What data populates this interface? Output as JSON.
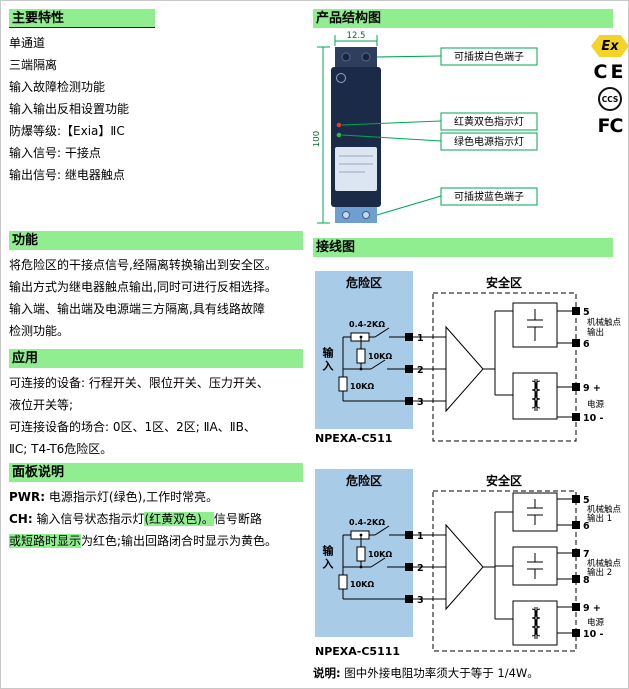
{
  "colors": {
    "header_bg": "#90EE90",
    "highlight": "#90EE90",
    "hazard_bg": "#A8CCE8",
    "accent_green": "#00A651"
  },
  "left": {
    "features": {
      "title": "主要特性",
      "items": [
        "单通道",
        "三端隔离",
        "输入故障检测功能",
        "输入输出反相设置功能",
        "防爆等级:【Exia】ⅡC",
        "输入信号: 干接点",
        "输出信号: 继电器触点"
      ]
    },
    "function": {
      "title": "功能",
      "lines": [
        "将危险区的干接点信号,经隔离转换输出到安全区。",
        "输出方式为继电器触点输出,同时可进行反相选择。",
        "输入端、输出端及电源端三方隔离,具有线路故障",
        "检测功能。"
      ]
    },
    "application": {
      "title": "应用",
      "lines": [
        "可连接的设备: 行程开关、限位开关、压力开关、",
        "液位开关等;",
        "可连接设备的场合: 0区、1区、2区; ⅡA、ⅡB、",
        "ⅡC; T4-T6危险区。"
      ]
    },
    "panel": {
      "title": "面板说明",
      "lines": [
        [
          {
            "t": "PWR:",
            "b": true
          },
          {
            "t": " 电源指示灯(绿色),工作时常亮。"
          }
        ],
        [
          {
            "t": "CH:",
            "b": true
          },
          {
            "t": " 输入信号状态指示灯"
          },
          {
            "t": "(红黄双色)。",
            "h": true
          },
          {
            "t": "信号断路"
          }
        ],
        [
          {
            "t": "或短路时显示",
            "h": true
          },
          {
            "t": "为红色;输出回路闭合时显示为黄色。"
          }
        ]
      ]
    }
  },
  "right": {
    "structure": {
      "title": "产品结构图",
      "dim_top": "12.5",
      "dim_side": "100",
      "callouts": [
        "可插拔白色端子",
        "红黄双色指示灯",
        "绿色电源指示灯",
        "可插拔蓝色端子"
      ],
      "certs": [
        "Ex",
        "CE",
        "CCS",
        "FC"
      ]
    },
    "wiring": {
      "title": "接线图",
      "note": [
        {
          "t": "说明:",
          "b": true
        },
        {
          "t": " 图中外接电阻功率须大于等于 1/4W。"
        }
      ],
      "diagrams": [
        {
          "model": "NPEXA-C511",
          "hazard": "危险区",
          "safe": "安全区",
          "input": "输入",
          "r_series": "0.4-2KΩ",
          "r_par1": "10KΩ",
          "r_par2": "10KΩ",
          "in_terminals": [
            "1",
            "2",
            "3"
          ],
          "groups": [
            {
              "t1": "5",
              "t2": "6",
              "line1": "机械触点",
              "line2": "输出"
            },
            {
              "t1": "9 +",
              "t2": "10 -",
              "line1": "电源",
              "line2": ""
            }
          ]
        },
        {
          "model": "NPEXA-C5111",
          "hazard": "危险区",
          "safe": "安全区",
          "input": "输入",
          "r_series": "0.4-2KΩ",
          "r_par1": "10KΩ",
          "r_par2": "10KΩ",
          "in_terminals": [
            "1",
            "2",
            "3"
          ],
          "groups": [
            {
              "t1": "5",
              "t2": "6",
              "line1": "机械触点",
              "line2": "输出 1"
            },
            {
              "t1": "7",
              "t2": "8",
              "line1": "机械触点",
              "line2": "输出 2"
            },
            {
              "t1": "9 +",
              "t2": "10 -",
              "line1": "电源",
              "line2": ""
            }
          ]
        }
      ]
    }
  }
}
